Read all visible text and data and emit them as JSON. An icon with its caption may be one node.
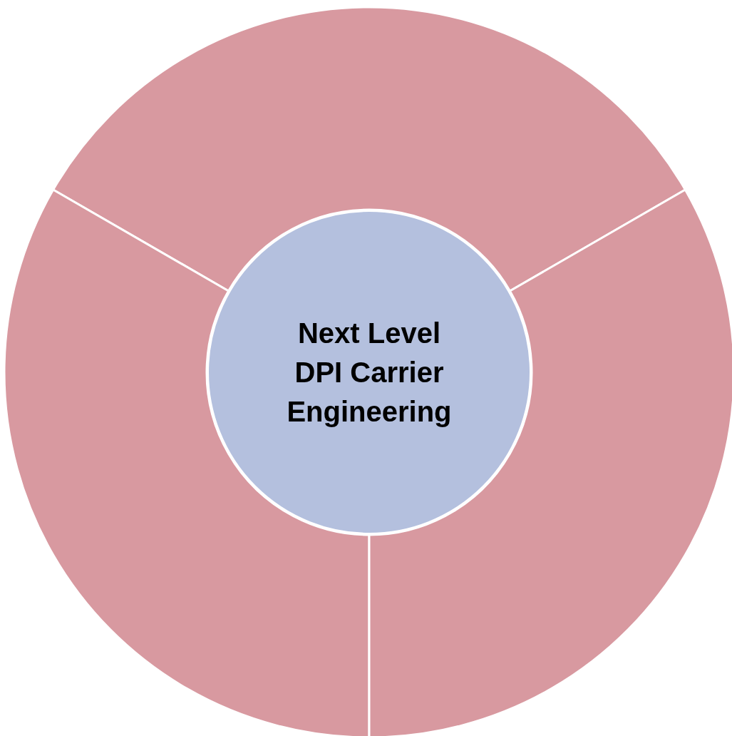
{
  "diagram": {
    "nodes": [
      {
        "text": [
          "Next Level DPI Carrier Engineering"
        ]
      },
      {
        "text": [],
        "shape": "sector"
      },
      {
        "text": [],
        "shape": "sector"
      },
      {
        "text": [],
        "shape": "sector"
      }
    ]
  }
}
